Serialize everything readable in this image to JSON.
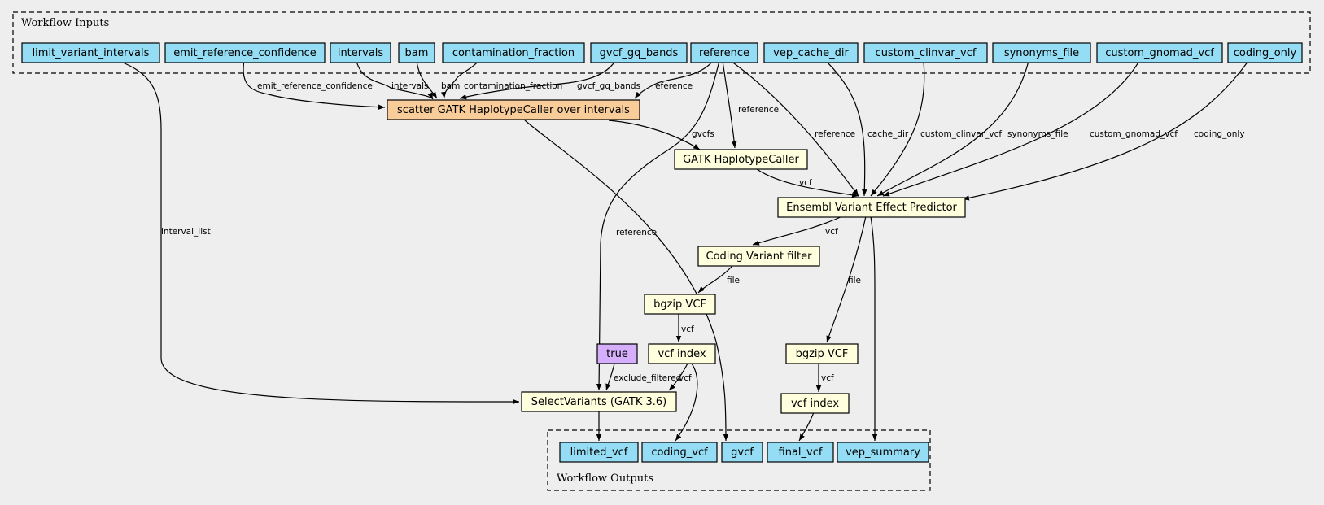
{
  "clusters": {
    "inputs": "Workflow Inputs",
    "outputs": "Workflow Outputs"
  },
  "colors": {
    "input_output": "#94ddf4",
    "scatter_step": "#f9cd9a",
    "step": "#ffffdd",
    "constant": "#d5aefc",
    "background": "#eeeeee"
  },
  "nodes": {
    "limit_variant_intervals": "limit_variant_intervals",
    "emit_reference_confidence": "emit_reference_confidence",
    "intervals": "intervals",
    "bam": "bam",
    "contamination_fraction": "contamination_fraction",
    "gvcf_gq_bands": "gvcf_gq_bands",
    "reference": "reference",
    "vep_cache_dir": "vep_cache_dir",
    "custom_clinvar_vcf": "custom_clinvar_vcf",
    "synonyms_file": "synonyms_file",
    "custom_gnomad_vcf": "custom_gnomad_vcf",
    "coding_only": "coding_only",
    "scatter_haplotypecaller": "scatter GATK HaplotypeCaller over intervals",
    "gatk_haplotypecaller": "GATK HaplotypeCaller",
    "vep": "Ensembl Variant Effect Predictor",
    "coding_variant_filter": "Coding Variant filter",
    "bgzip_vcf_1": "bgzip VCF",
    "vcf_index_1": "vcf index",
    "bgzip_vcf_2": "bgzip VCF",
    "vcf_index_2": "vcf index",
    "true_const": "true",
    "select_variants": "SelectVariants (GATK 3.6)",
    "limited_vcf": "limited_vcf",
    "coding_vcf": "coding_vcf",
    "gvcf": "gvcf",
    "final_vcf": "final_vcf",
    "vep_summary": "vep_summary"
  },
  "edge_labels": {
    "emit_reference_confidence": "emit_reference_confidence",
    "intervals": "intervals",
    "bam": "bam",
    "contamination_fraction": "contamination_fraction",
    "gvcf_gq_bands": "gvcf_gq_bands",
    "reference_scatter": "reference",
    "reference_hc": "reference",
    "reference_vep": "reference",
    "cache_dir": "cache_dir",
    "custom_clinvar_vcf": "custom_clinvar_vcf",
    "synonyms_file": "synonyms_file",
    "custom_gnomad_vcf": "custom_gnomad_vcf",
    "coding_only": "coding_only",
    "gvcfs": "gvcfs",
    "vcf_hc_vep": "vcf",
    "interval_list": "interval_list",
    "reference_select": "reference",
    "vcf_vep_filter": "vcf",
    "file_filter_bgzip": "file",
    "file_vep_bgzip": "file",
    "vcf_bgzip1_index": "vcf",
    "vcf_bgzip2_index": "vcf",
    "exclude_filtered": "exclude_filtered",
    "vcf_index_select": "vcf"
  }
}
